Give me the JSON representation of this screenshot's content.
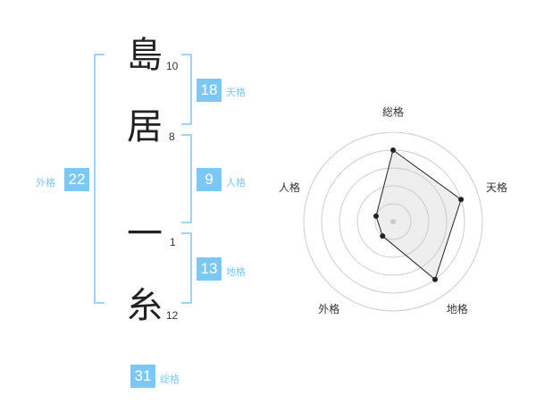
{
  "name_chars": [
    {
      "char": "島",
      "strokes": "10"
    },
    {
      "char": "居",
      "strokes": "8"
    },
    {
      "char": "一",
      "strokes": "1"
    },
    {
      "char": "糸",
      "strokes": "12"
    }
  ],
  "fortune": {
    "tenkaku": {
      "label": "天格",
      "value": "18"
    },
    "jinkaku": {
      "label": "人格",
      "value": "9"
    },
    "chikaku": {
      "label": "地格",
      "value": "13"
    },
    "gaikaku": {
      "label": "外格",
      "value": "22"
    },
    "soukaku": {
      "label": "総格",
      "value": "31"
    }
  },
  "accent_color": "#7cc8f5",
  "chart_data": {
    "type": "radar",
    "axes": [
      "総格",
      "天格",
      "地格",
      "外格",
      "人格"
    ],
    "values": [
      4,
      4,
      4,
      1,
      1
    ],
    "max": 5,
    "rings": 5
  }
}
